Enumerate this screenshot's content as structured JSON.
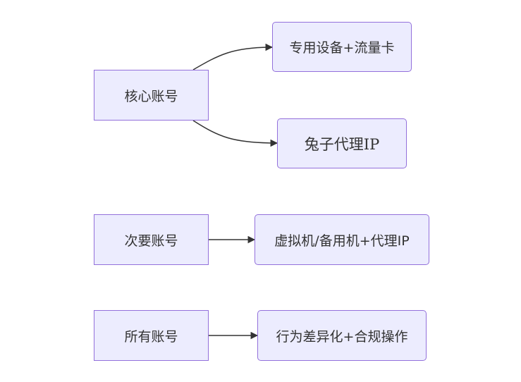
{
  "nodes": {
    "core_account": "核心账号",
    "dedicated_device": "专用设备+流量卡",
    "rabbit_proxy": "兔子代理IP",
    "secondary_account": "次要账号",
    "vm_backup": "虚拟机/备用机+代理IP",
    "all_accounts": "所有账号",
    "behavior_diff": "行为差异化+合规操作"
  },
  "colors": {
    "node_fill": "#ececfe",
    "node_border": "#9370db",
    "edge": "#333333",
    "text": "#333333"
  }
}
